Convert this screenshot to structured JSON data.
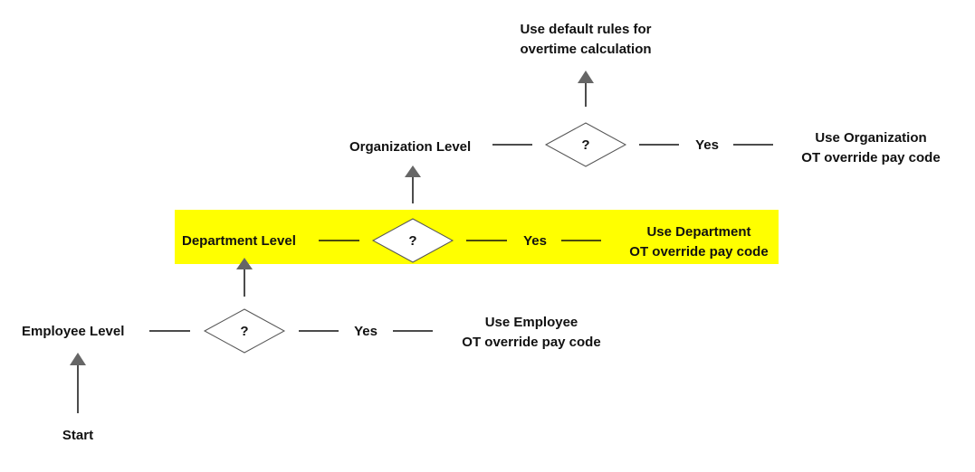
{
  "colors": {
    "highlight": "#ffff00",
    "arrow": "#666666",
    "text": "#111111"
  },
  "start": {
    "label": "Start"
  },
  "employee": {
    "label": "Employee  Level",
    "decision": "?",
    "yes": "Yes",
    "result_line1": "Use Employee",
    "result_line2": "OT override pay code"
  },
  "department": {
    "label": "Department Level",
    "decision": "?",
    "yes": "Yes",
    "result_line1": "Use Department",
    "result_line2": "OT override pay code"
  },
  "organization": {
    "label": "Organization Level",
    "decision": "?",
    "yes": "Yes",
    "result_line1": "Use Organization",
    "result_line2": "OT override pay code"
  },
  "default_rule": {
    "line1": "Use default rules for",
    "line2": "overtime calculation"
  }
}
